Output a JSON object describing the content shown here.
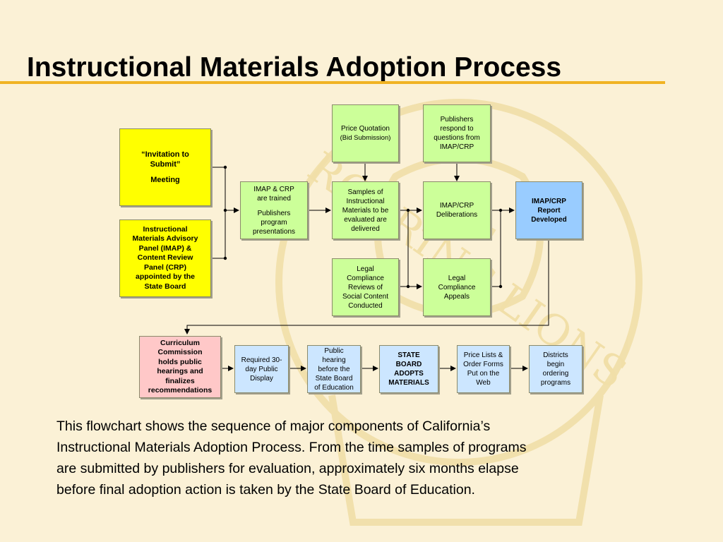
{
  "slide": {
    "title": "Instructional Materials Adoption Process",
    "caption": "This flowchart shows the sequence of major components of California’s\nInstructional Materials Adoption Process. From the time samples of programs\nare submitted by publishers for evaluation, approximately six months elapse\nbefore final adoption action is taken by the State Board of Education.",
    "watermark_text": "ROARING LIONS"
  },
  "flowchart": {
    "invitation": {
      "line1": "“Invitation to\nSubmit”",
      "line2": "Meeting"
    },
    "imap_panel": "Instructional\nMaterials Advisory\nPanel (IMAP) &\nContent Review\nPanel (CRP)\nappointed by the\nState Board",
    "imap_trained": {
      "line1": "IMAP & CRP\nare trained",
      "line2": "Publishers\nprogram\npresentations"
    },
    "price_quotation": {
      "line1": "Price Quotation",
      "line2": "(Bid Submission)"
    },
    "samples": "Samples of\nInstructional\nMaterials to be\nevaluated are\ndelivered",
    "legal_reviews": "Legal\nCompliance\nReviews of\nSocial Content\nConducted",
    "publishers_respond": "Publishers\nrespond to\nquestions from\nIMAP/CRP",
    "deliberations": "IMAP/CRP\nDeliberations",
    "legal_appeals": "Legal\nCompliance\nAppeals",
    "report": "IMAP/CRP\nReport\nDeveloped",
    "curriculum": "Curriculum\nCommission\nholds public\nhearings and\nfinalizes\nrecommendations",
    "public_display": "Required 30-\nday Public\nDisplay",
    "public_hearing": "Public\nhearing\nbefore the\nState Board\nof Education",
    "state_board": "STATE\nBOARD\nADOPTS\nMATERIALS",
    "price_lists": "Price Lists &\nOrder Forms\nPut on the\nWeb",
    "districts": "Districts\nbegin\nordering\nprograms"
  }
}
